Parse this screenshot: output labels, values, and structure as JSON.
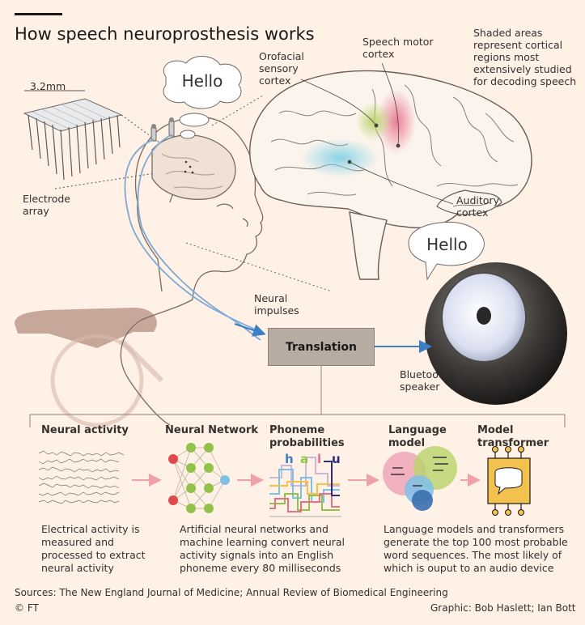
{
  "title": "How speech neuroprosthesis works",
  "labels": {
    "chip_size": "3.2mm",
    "electrode_array": "Electrode\narray",
    "thought_bubble": "Hello",
    "orofacial": "Orofacial\nsensory\ncortex",
    "speech_motor": "Speech motor\ncortex",
    "shaded_note": "Shaded areas\nrepresent cortical\nregions most\nextensively studied\nfor decoding speech",
    "auditory": "Auditory\ncortex",
    "speaker_bubble": "Hello",
    "neural_impulses": "Neural\nimpulses",
    "translation": "Translation",
    "bluetooth": "Bluetooth\nspeaker"
  },
  "steps": [
    {
      "title": "Neural activity",
      "description": "Electrical activity is measured and processed to extract neural activity"
    },
    {
      "title": "Neural Network",
      "description": "Artificial neural networks and machine learning convert neural activity signals into an English phoneme every 80 milliseconds"
    },
    {
      "title": "Phoneme\nprobabilities",
      "letters": [
        "h",
        "a",
        "l",
        "u"
      ]
    },
    {
      "title": "Language\nmodel",
      "description": "Language models and transformers generate the top 100 most probable word sequences. The most likely of which is ouput to an audio device"
    },
    {
      "title": "Model\ntransformer"
    }
  ],
  "footer": {
    "sources": "Sources: The New England Journal of Medicine; Annual Review of Biomedical Engineering",
    "copyright": "© FT",
    "credit": "Graphic: Bob Haslett; Ian Bott"
  },
  "colors": {
    "background": "#fff1e5",
    "arrow_blue": "#3b7fc4",
    "arrow_pink": "#f0a1a8",
    "auditory_blue": "#7fd0e6",
    "motor_pink": "#e8708a",
    "sensory_green": "#b9d46a",
    "translation_box": "#b7aca2"
  }
}
